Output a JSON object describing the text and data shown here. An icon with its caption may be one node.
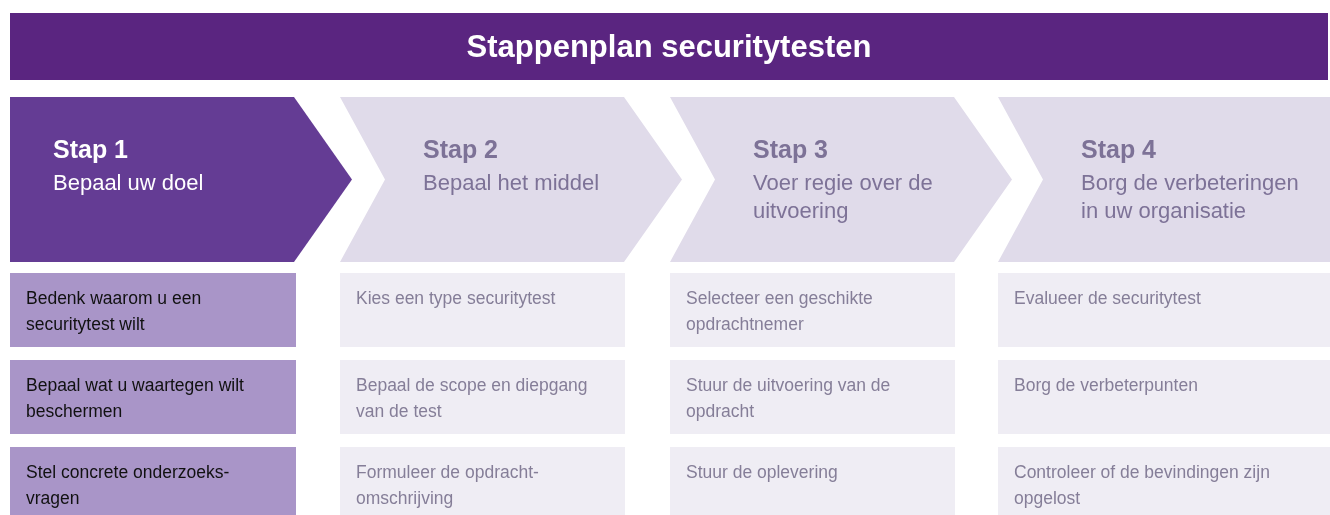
{
  "diagram": {
    "title": "Stappenplan securitytesten",
    "nodes": [
      {
        "text": [
          "Stap 1",
          "Bepaal uw doel"
        ]
      },
      {
        "text": [
          "Stap 2",
          "Bepaal het middel"
        ]
      },
      {
        "text": [
          "Stap 3",
          "Voer regie over de uitvoering"
        ]
      },
      {
        "text": [
          "Stap 4",
          "Borg de verbeteringen in uw organisatie"
        ]
      },
      {
        "text": [
          "Bedenk waarom u een securitytest wilt"
        ]
      },
      {
        "text": [
          "Kies een type securitytest"
        ]
      },
      {
        "text": [
          "Selecteer een geschikte opdrachtnemer"
        ]
      },
      {
        "text": [
          "Evalueer de securitytest"
        ]
      },
      {
        "text": [
          "Bepaal wat u waartegen wilt beschermen"
        ]
      },
      {
        "text": [
          "Bepaal de scope en diepgang van de test"
        ]
      },
      {
        "text": [
          "Stuur de uitvoering van de opdracht"
        ]
      },
      {
        "text": [
          "Borg de verbeterpunten"
        ]
      },
      {
        "text": [
          "Stel concrete onderzoeks-vragen"
        ]
      },
      {
        "text": [
          "Formuleer de opdracht-omschrijving"
        ]
      },
      {
        "text": [
          "Stuur de oplevering"
        ]
      },
      {
        "text": [
          "Controleer of de bevindingen zijn opgelost"
        ]
      }
    ]
  }
}
